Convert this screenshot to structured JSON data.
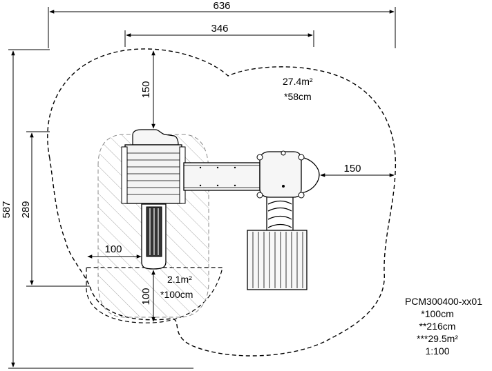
{
  "dimensions": {
    "overall_width": "636",
    "inner_width": "346",
    "overall_height": "587",
    "inner_height": "289",
    "top_clearance": "150",
    "right_clearance": "150",
    "slide_side_clearance": "100",
    "slide_end_clearance": "100"
  },
  "zones": {
    "main_area": "27.4m²",
    "main_fall_height": "*58cm",
    "slide_area": "2.1m²",
    "slide_fall_height": "*100cm"
  },
  "product": {
    "code": "PCM300400-xx01",
    "height": "*100cm",
    "free_height": "**216cm",
    "total_area": "***29.5m²",
    "scale": "1:100"
  },
  "colors": {
    "line": "#000000",
    "hatch": "#9a9a9a",
    "platform": "#f4f4f4"
  }
}
